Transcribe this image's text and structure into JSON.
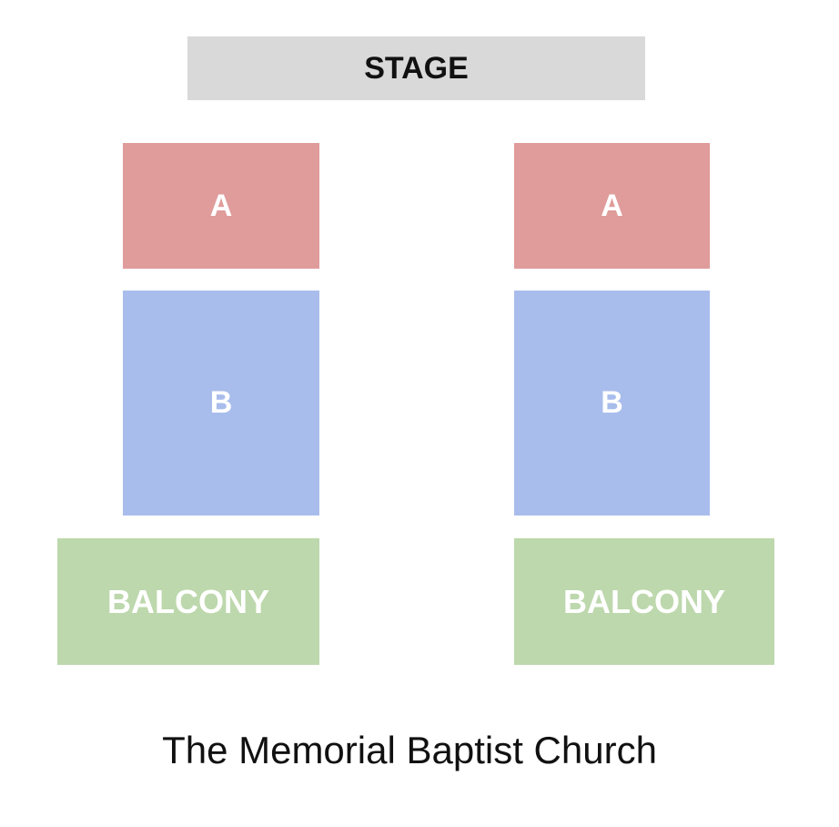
{
  "stage": {
    "label": "STAGE",
    "color": "#d9d9d9"
  },
  "sections": {
    "left_a": {
      "label": "A",
      "color": "#df9c9b"
    },
    "right_a": {
      "label": "A",
      "color": "#df9c9b"
    },
    "left_b": {
      "label": "B",
      "color": "#a9bdec"
    },
    "right_b": {
      "label": "B",
      "color": "#a9bdec"
    },
    "left_balcony": {
      "label": "BALCONY",
      "color": "#bdd8ad"
    },
    "right_balcony": {
      "label": "BALCONY",
      "color": "#bdd8ad"
    }
  },
  "venue_title": "The Memorial Baptist Church"
}
